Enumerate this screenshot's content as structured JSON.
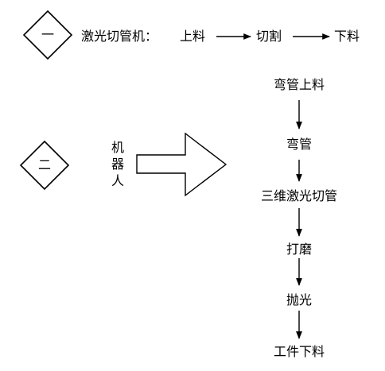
{
  "section_one": {
    "marker": "一",
    "label": "激光切管机：",
    "steps": [
      "上料",
      "切割",
      "下料"
    ]
  },
  "section_two": {
    "marker": "二",
    "robot_chars": [
      "机",
      "器",
      "人"
    ],
    "steps": [
      "弯管上料",
      "弯管",
      "三维激光切管",
      "打磨",
      "抛光",
      "工件下料"
    ]
  }
}
